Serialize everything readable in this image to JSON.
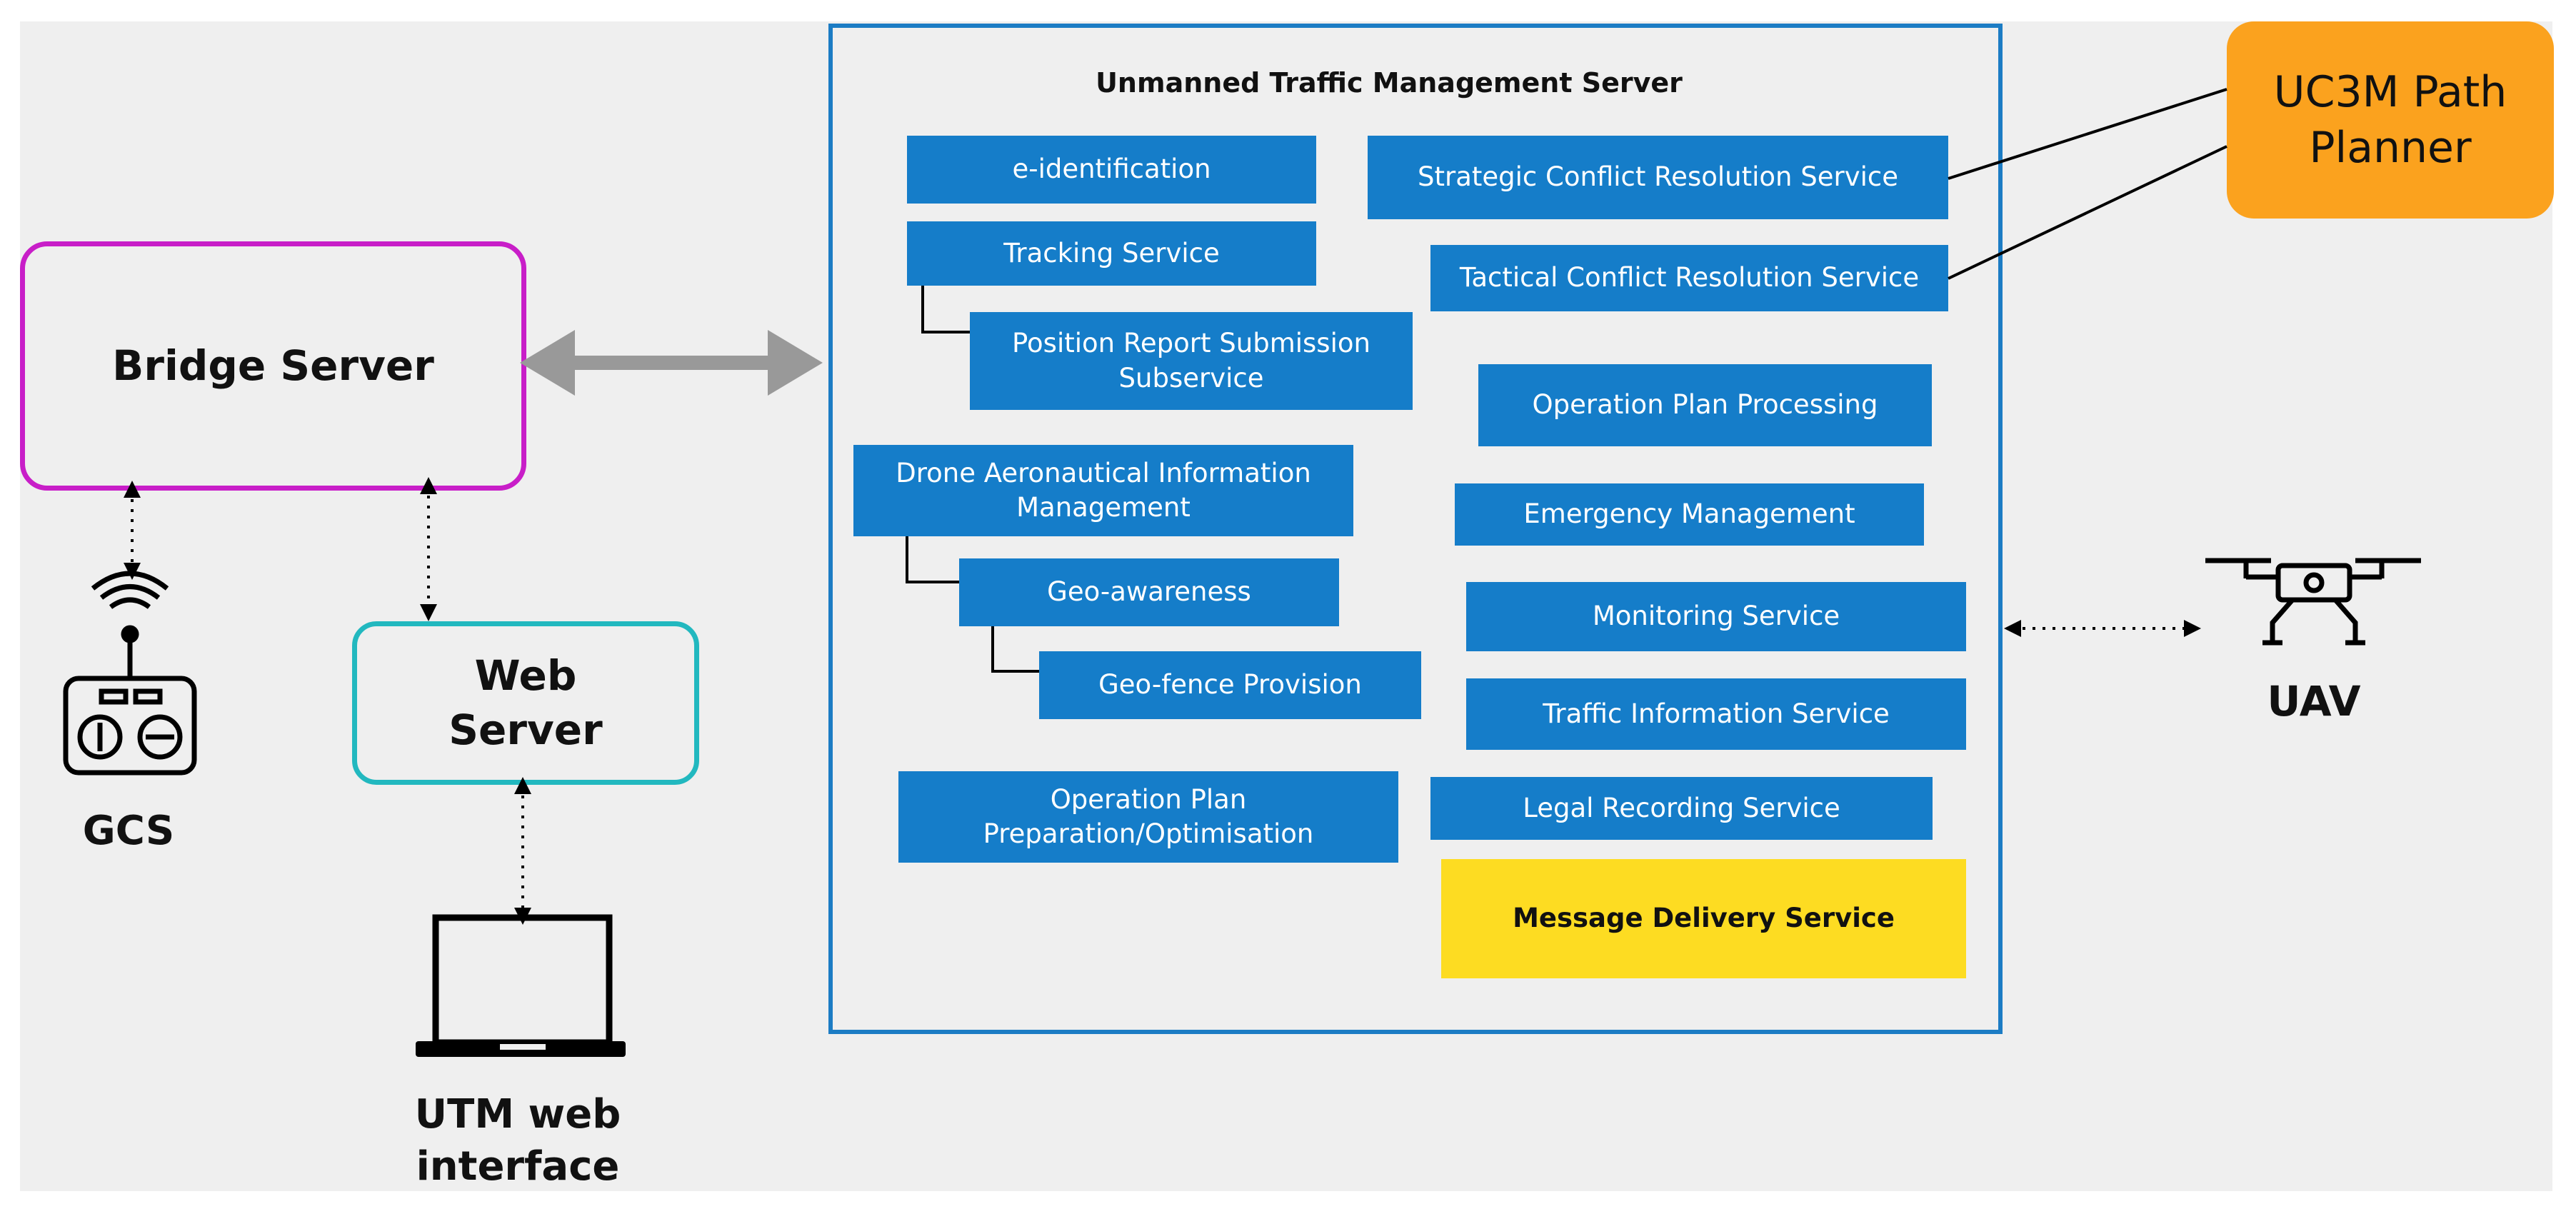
{
  "utm_server": {
    "title": "Unmanned Traffic Management Server"
  },
  "bridge_server": {
    "title": "Bridge Server"
  },
  "web_server": {
    "title_line1": "Web",
    "title_line2": "Server"
  },
  "planner": {
    "title_line1": "UC3M Path",
    "title_line2": "Planner"
  },
  "gcs": {
    "label": "GCS"
  },
  "web_interface": {
    "label_line1": "UTM web",
    "label_line2": "interface"
  },
  "uav": {
    "label": "UAV"
  },
  "services": {
    "e_identification": "e-identification",
    "tracking": "Tracking Service",
    "position_report_line1": "Position Report Submission",
    "position_report_line2": "Subservice",
    "daim_line1": "Drone Aeronautical Information",
    "daim_line2": "Management",
    "geo_awareness": "Geo-awareness",
    "geo_fence": "Geo-fence Provision",
    "op_plan_prep_line1": "Operation Plan",
    "op_plan_prep_line2": "Preparation/Optimisation",
    "strategic": "Strategic Conflict Resolution Service",
    "tactical": "Tactical Conflict Resolution Service",
    "op_plan_processing": "Operation Plan Processing",
    "emergency": "Emergency Management",
    "monitoring": "Monitoring Service",
    "traffic_info": "Traffic Information Service",
    "legal_recording": "Legal Recording Service",
    "message_delivery": "Message Delivery Service"
  },
  "colors": {
    "service_blue": "#157dc9",
    "utm_border": "#1c7cc4",
    "bridge_border": "#c81ec8",
    "web_border": "#22b8bf",
    "planner_orange": "#fba21e",
    "message_yellow": "#fddc22",
    "arrow_gray": "#999999"
  }
}
